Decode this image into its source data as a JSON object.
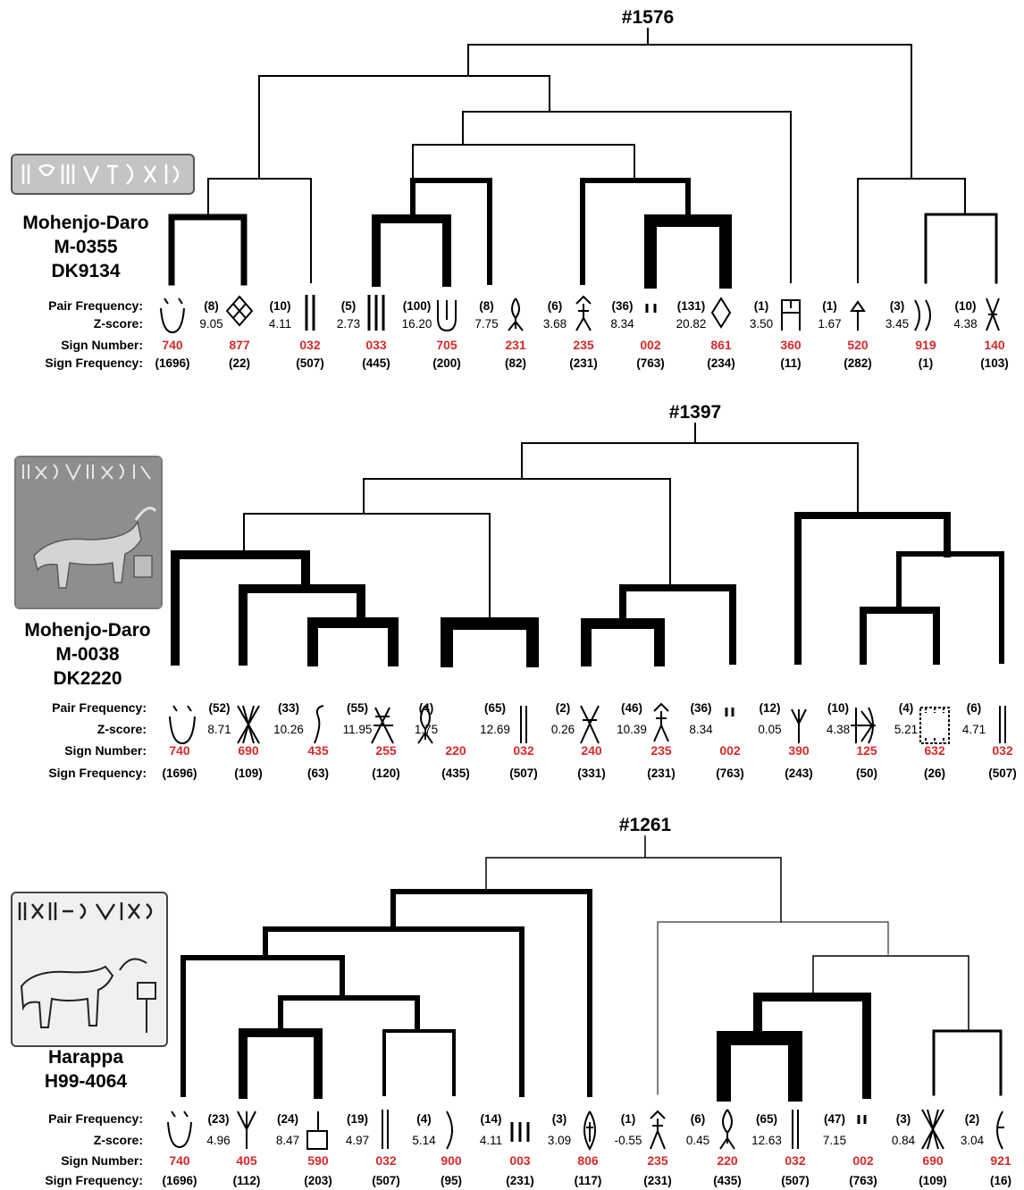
{
  "row_labels": {
    "pair_frequency": "Pair Frequency:",
    "z_score": "Z-score:",
    "sign_number": "Sign Number:",
    "sign_frequency": "Sign Frequency:"
  },
  "colors": {
    "sign_number": "#d42a2a",
    "tree": "#000000"
  },
  "panels": [
    {
      "id": "#1576",
      "site": [
        "Mohenjo-Daro",
        "M-0355",
        "DK9134"
      ],
      "signs": [
        {
          "number": "740",
          "freq": "(1696)",
          "icon": "sign-740-icon"
        },
        {
          "number": "877",
          "freq": "(22)",
          "icon": "sign-877-icon"
        },
        {
          "number": "032",
          "freq": "(507)",
          "icon": "sign-032-icon"
        },
        {
          "number": "033",
          "freq": "(445)",
          "icon": "sign-033-icon"
        },
        {
          "number": "705",
          "freq": "(200)",
          "icon": "sign-705-icon"
        },
        {
          "number": "231",
          "freq": "(82)",
          "icon": "sign-231-icon"
        },
        {
          "number": "235",
          "freq": "(231)",
          "icon": "sign-235-icon"
        },
        {
          "number": "002",
          "freq": "(763)",
          "icon": "sign-002-icon"
        },
        {
          "number": "861",
          "freq": "(234)",
          "icon": "sign-861-icon"
        },
        {
          "number": "360",
          "freq": "(11)",
          "icon": "sign-360-icon"
        },
        {
          "number": "520",
          "freq": "(282)",
          "icon": "sign-520-icon"
        },
        {
          "number": "919",
          "freq": "(1)",
          "icon": "sign-919-icon"
        },
        {
          "number": "140",
          "freq": "(103)",
          "icon": "sign-140-icon"
        }
      ],
      "pairs": [
        {
          "pf": "(8)",
          "z": "9.05"
        },
        {
          "pf": "(10)",
          "z": "4.11"
        },
        {
          "pf": "(5)",
          "z": "2.73"
        },
        {
          "pf": "(100)",
          "z": "16.20"
        },
        {
          "pf": "(8)",
          "z": "7.75"
        },
        {
          "pf": "(6)",
          "z": "3.68"
        },
        {
          "pf": "(36)",
          "z": "8.34"
        },
        {
          "pf": "(131)",
          "z": "20.82"
        },
        {
          "pf": "(1)",
          "z": "3.50"
        },
        {
          "pf": "(1)",
          "z": "1.67"
        },
        {
          "pf": "(3)",
          "z": "3.45"
        },
        {
          "pf": "(10)",
          "z": "4.38"
        }
      ]
    },
    {
      "id": "#1397",
      "site": [
        "Mohenjo-Daro",
        "M-0038",
        "DK2220"
      ],
      "signs": [
        {
          "number": "740",
          "freq": "(1696)",
          "icon": "sign-740-icon"
        },
        {
          "number": "690",
          "freq": "(109)",
          "icon": "sign-690-icon"
        },
        {
          "number": "435",
          "freq": "(63)",
          "icon": "sign-435-icon"
        },
        {
          "number": "255",
          "freq": "(120)",
          "icon": "sign-255-icon"
        },
        {
          "number": "220",
          "freq": "(435)",
          "icon": "sign-220-icon"
        },
        {
          "number": "032",
          "freq": "(507)",
          "icon": "sign-032-icon"
        },
        {
          "number": "240",
          "freq": "(331)",
          "icon": "sign-240-icon"
        },
        {
          "number": "235",
          "freq": "(231)",
          "icon": "sign-235-icon"
        },
        {
          "number": "002",
          "freq": "(763)",
          "icon": "sign-002-icon"
        },
        {
          "number": "390",
          "freq": "(243)",
          "icon": "sign-390-icon"
        },
        {
          "number": "125",
          "freq": "(50)",
          "icon": "sign-125-icon"
        },
        {
          "number": "632",
          "freq": "(26)",
          "icon": "sign-632-icon"
        },
        {
          "number": "032",
          "freq": "(507)",
          "icon": "sign-032-icon"
        }
      ],
      "pairs": [
        {
          "pf": "(52)",
          "z": "8.71"
        },
        {
          "pf": "(33)",
          "z": "10.26"
        },
        {
          "pf": "(55)",
          "z": "11.95"
        },
        {
          "pf": "(4)",
          "z": "1.75"
        },
        {
          "pf": "(65)",
          "z": "12.69"
        },
        {
          "pf": "(2)",
          "z": "0.26"
        },
        {
          "pf": "(46)",
          "z": "10.39"
        },
        {
          "pf": "(36)",
          "z": "8.34"
        },
        {
          "pf": "(12)",
          "z": "0.05"
        },
        {
          "pf": "(10)",
          "z": "4.38"
        },
        {
          "pf": "(4)",
          "z": "5.21"
        },
        {
          "pf": "(6)",
          "z": "4.71"
        }
      ]
    },
    {
      "id": "#1261",
      "site": [
        "Harappa",
        "H99-4064"
      ],
      "signs": [
        {
          "number": "740",
          "freq": "(1696)",
          "icon": "sign-740-icon"
        },
        {
          "number": "405",
          "freq": "(112)",
          "icon": "sign-405-icon"
        },
        {
          "number": "590",
          "freq": "(203)",
          "icon": "sign-590-icon"
        },
        {
          "number": "032",
          "freq": "(507)",
          "icon": "sign-032-icon"
        },
        {
          "number": "900",
          "freq": "(95)",
          "icon": "sign-900-icon"
        },
        {
          "number": "003",
          "freq": "(231)",
          "icon": "sign-003-icon"
        },
        {
          "number": "806",
          "freq": "(117)",
          "icon": "sign-806-icon"
        },
        {
          "number": "235",
          "freq": "(231)",
          "icon": "sign-235-icon"
        },
        {
          "number": "220",
          "freq": "(435)",
          "icon": "sign-220-icon"
        },
        {
          "number": "032",
          "freq": "(507)",
          "icon": "sign-032-icon"
        },
        {
          "number": "002",
          "freq": "(763)",
          "icon": "sign-002-icon"
        },
        {
          "number": "690",
          "freq": "(109)",
          "icon": "sign-690-icon"
        },
        {
          "number": "921",
          "freq": "(16)",
          "icon": "sign-921-icon"
        }
      ],
      "pairs": [
        {
          "pf": "(23)",
          "z": "4.96"
        },
        {
          "pf": "(24)",
          "z": "8.47"
        },
        {
          "pf": "(19)",
          "z": "4.97"
        },
        {
          "pf": "(4)",
          "z": "5.14"
        },
        {
          "pf": "(14)",
          "z": "4.11"
        },
        {
          "pf": "(3)",
          "z": "3.09"
        },
        {
          "pf": "(1)",
          "z": "-0.55"
        },
        {
          "pf": "(6)",
          "z": "0.45"
        },
        {
          "pf": "(65)",
          "z": "12.63"
        },
        {
          "pf": "(47)",
          "z": "7.15"
        },
        {
          "pf": "(3)",
          "z": "0.84"
        },
        {
          "pf": "(2)",
          "z": "3.04"
        }
      ]
    }
  ]
}
